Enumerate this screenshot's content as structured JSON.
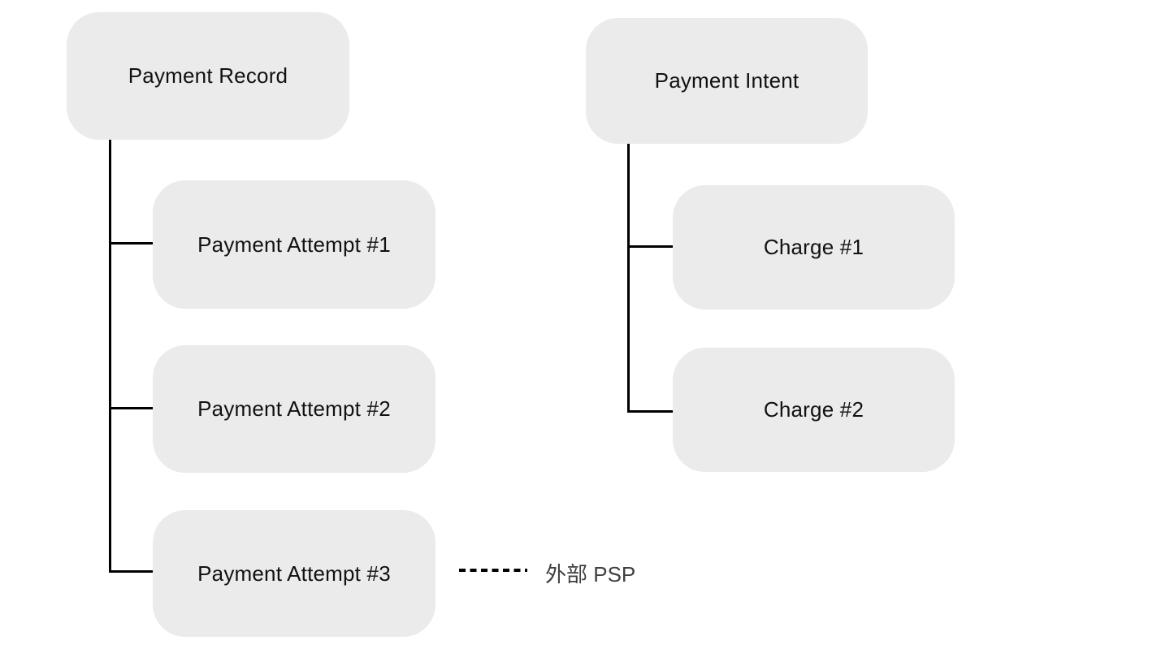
{
  "diagram": {
    "left_tree": {
      "root": {
        "label": "Payment Record"
      },
      "children": [
        {
          "label": "Payment Attempt #1"
        },
        {
          "label": "Payment Attempt #2"
        },
        {
          "label": "Payment Attempt #3"
        }
      ]
    },
    "right_tree": {
      "root": {
        "label": "Payment Intent"
      },
      "children": [
        {
          "label": "Charge #1"
        },
        {
          "label": "Charge #2"
        }
      ]
    },
    "annotation": {
      "label": "外部 PSP",
      "connector_style": "dashed",
      "attached_to": "Payment Attempt #3"
    },
    "colors": {
      "background": "#ffffff",
      "node_fill": "#ebebeb",
      "node_text": "#111111",
      "connector": "#000000",
      "annotation_text": "#3f3f3f"
    }
  }
}
